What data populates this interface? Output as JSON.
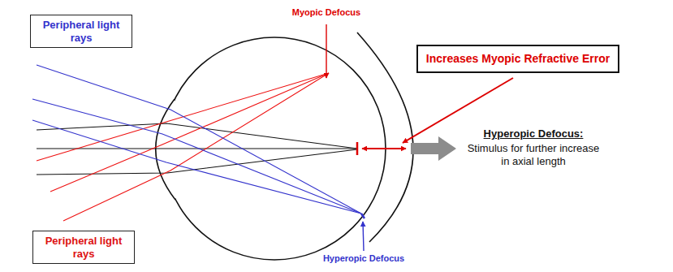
{
  "diagram": {
    "nodes": [
      {
        "text": [
          "Peripheral light rays"
        ]
      },
      {
        "text": [
          "Increases Myopic Refractive Error"
        ]
      },
      {
        "text": [
          "Peripheral light rays"
        ]
      }
    ],
    "labels": [
      "Myopic Defocus",
      "Hyperopic Defocus:",
      "Stimulus for further increase in axial length",
      "Hyperopic Defocus"
    ]
  }
}
